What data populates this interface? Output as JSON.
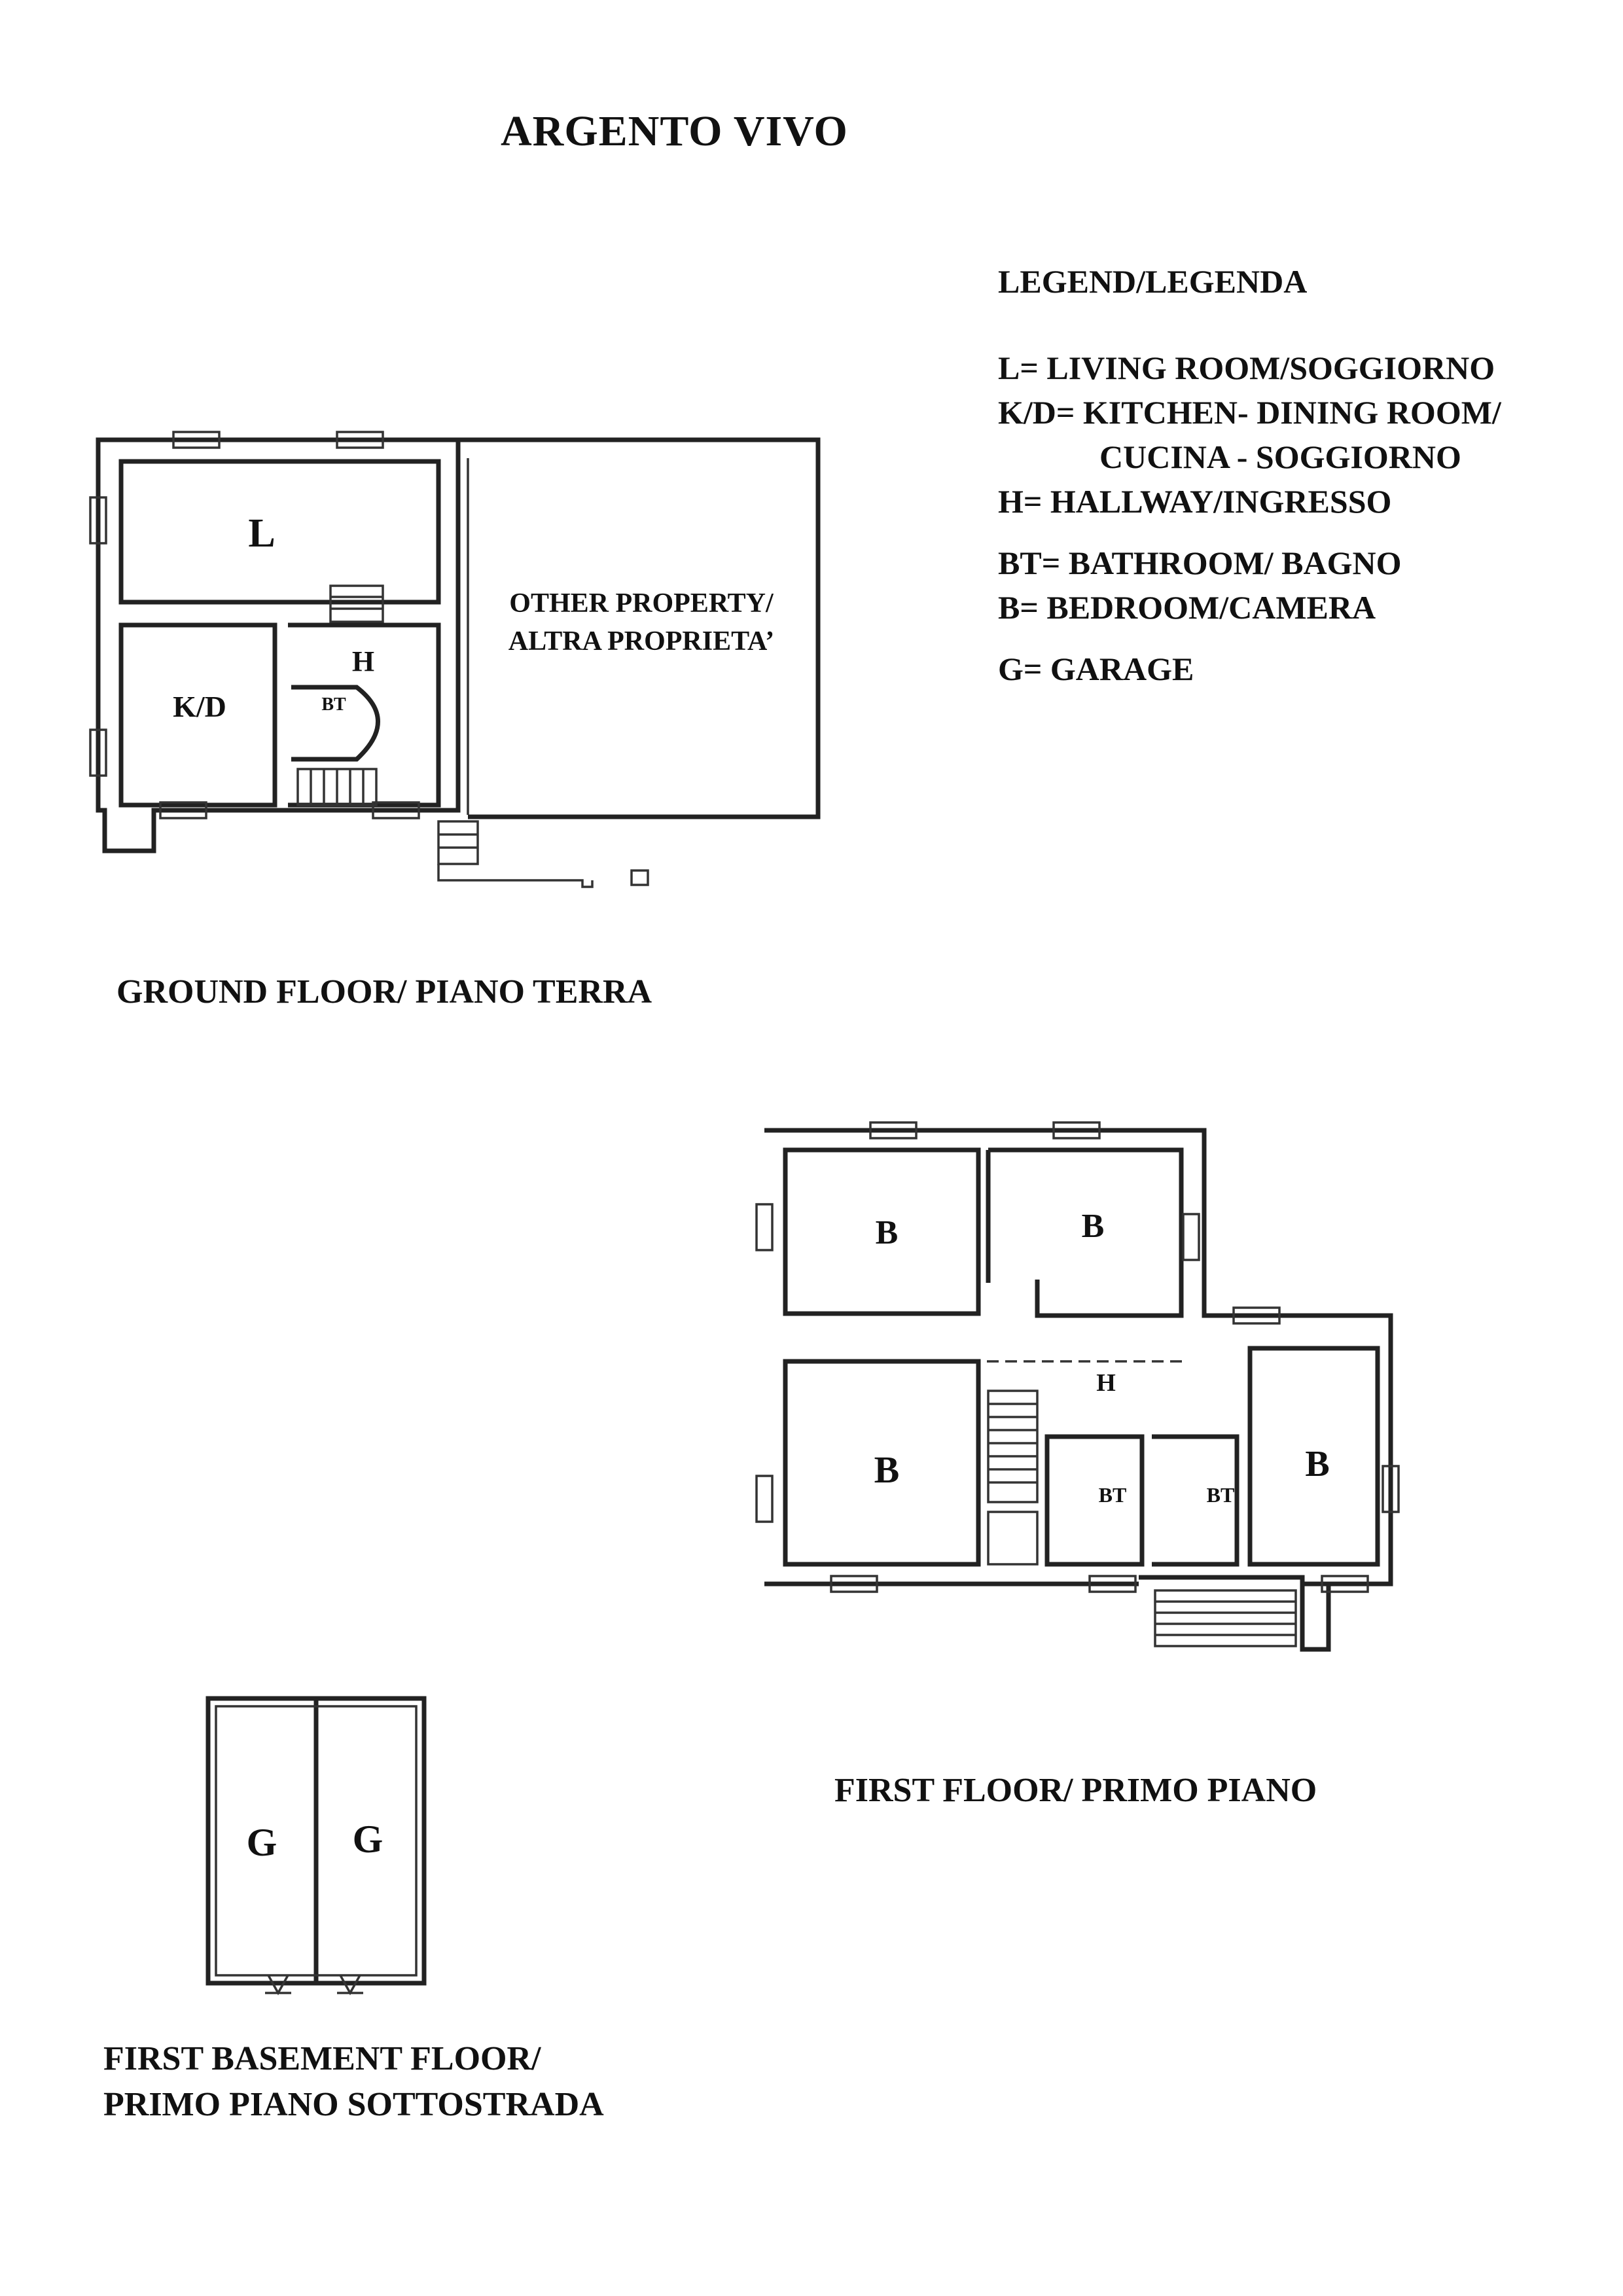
{
  "title": "ARGENTO VIVO",
  "legend": {
    "heading": "LEGEND/LEGENDA",
    "items": [
      "L= LIVING ROOM/SOGGIORNO",
      "K/D= KITCHEN- DINING ROOM/",
      "CUCINA - SOGGIORNO",
      "H= HALLWAY/INGRESSO",
      "BT= BATHROOM/ BAGNO",
      "B= BEDROOM/CAMERA",
      "G= GARAGE"
    ]
  },
  "ground_floor": {
    "caption": "GROUND FLOOR/ PIANO TERRA",
    "labels": {
      "living": "L",
      "kitchen": "K/D",
      "hallway": "H",
      "bathroom": "BT",
      "other_line1": "OTHER PROPERTY/",
      "other_line2": "ALTRA PROPRIETA’"
    }
  },
  "first_floor": {
    "caption": "FIRST FLOOR/ PRIMO PIANO",
    "labels": {
      "bed1": "B",
      "bed2": "B",
      "bed3": "B",
      "bed4": "B",
      "hallway": "H",
      "bath1": "BT",
      "bath2": "BT"
    }
  },
  "basement": {
    "caption_line1": "FIRST BASEMENT FLOOR/",
    "caption_line2": "PRIMO PIANO SOTTOSTRADA",
    "labels": {
      "garage1": "G",
      "garage2": "G"
    }
  }
}
